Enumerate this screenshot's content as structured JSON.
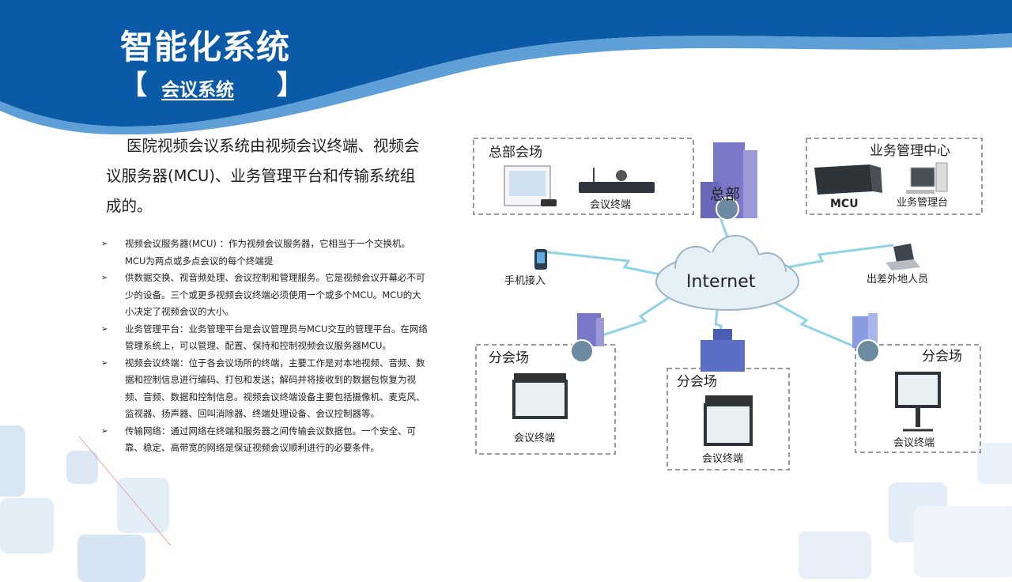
{
  "title": "智能化系统",
  "subtitle": {
    "open_bracket": "【",
    "text": "会议系统",
    "close_bracket": "】"
  },
  "intro": "医院视频会议系统由视频会议终端、视频会议服务器(MCU)、业务管理平台和传输系统组成的。",
  "bullets": [
    {
      "text": "视频会议服务器(MCU) ：作为视频会议服务器，它相当于一个交换机。MCU为两点或多点会议的每个终端提"
    },
    {
      "text": "供数据交换、视音频处理、会议控制和管理服务。它是视频会议开幕必不可少的设备。三个或更多视频会议终端必须使用一个或多个MCU。MCU的大小决定了视频会议的大小。"
    },
    {
      "text": "业务管理平台：业务管理平台是会议管理员与MCU交互的管理平台。在网络管理系统上，可以管理、配置、保持和控制视频会议服务器MCU。"
    },
    {
      "text": "视频会议终端：位于各会议场所的终端，主要工作是对本地视频、音频、数据和控制信息进行编码、打包和发送；解码并将接收到的数据包恢复为视频、音频、数据和控制信息。视频会议终端设备主要包括摄像机、麦克风、监视器、扬声器、回叫消除器、终端处理设备、会议控制器等。"
    },
    {
      "text": "传输网络：通过网络在终端和服务器之间传输会议数据包。一个安全、可靠、稳定、高带宽的网络是保证视频会议顺利进行的必要条件。"
    }
  ],
  "bullet_marker": "➢",
  "diagram": {
    "hq_venue": "总部会场",
    "hq_terminal": "会议终端",
    "hq_building": "总部",
    "mgmt_center": "业务管理中心",
    "mcu": "MCU",
    "mgmt_platform": "业务管理台",
    "internet": "Internet",
    "mobile": "手机接入",
    "traveler": "出差外地人员",
    "branch1": "分会场",
    "branch1_terminal": "会议终端",
    "branch2": "分会场",
    "branch2_terminal": "会议终端",
    "branch3": "分会场",
    "branch3_terminal": "会议终端"
  },
  "colors": {
    "header_blue": "#0a5aa8",
    "header_light": "#5e9fd8",
    "dash": "#9a9a9a",
    "building": "#7a78c8",
    "cloud_fill": "#e6f0f7",
    "link": "#8fd3e6"
  }
}
